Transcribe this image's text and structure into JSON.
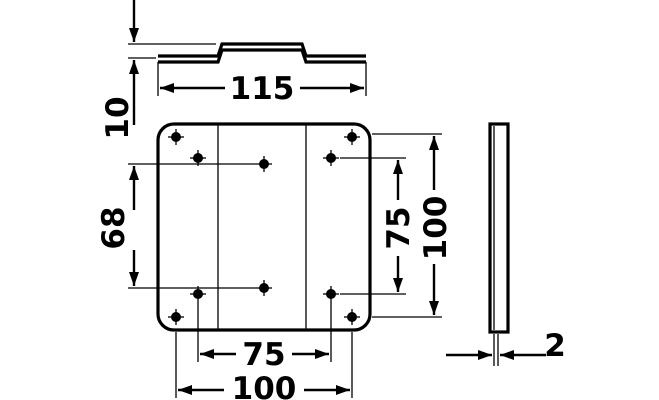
{
  "diagram": {
    "labels": {
      "top_width": "115",
      "step_height": "10",
      "hole_span_vertical_left": "68",
      "hole_span_vertical_right": "75",
      "height_overall": "100",
      "hole_span_horizontal_bottom": "75",
      "width_overall": "100",
      "thickness": "2"
    },
    "colors": {
      "ink": "#000000",
      "background": "#ffffff"
    }
  }
}
